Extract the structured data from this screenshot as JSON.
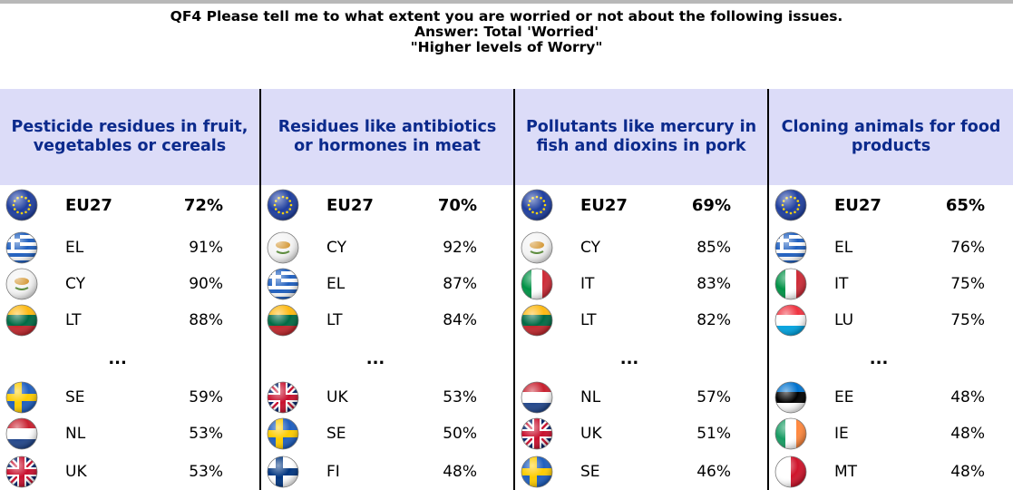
{
  "title": {
    "line1": "QF4 Please tell me to what extent you are worried or not about the following issues.",
    "line2": "Answer: Total 'Worried'",
    "line3": "\"Higher levels of Worry\""
  },
  "ellipsis": "...",
  "chart_data": {
    "type": "table",
    "columns": [
      {
        "header": "Pesticide residues in fruit, vegetables or cereals",
        "eu": {
          "code": "EU27",
          "value": "72%"
        },
        "top": [
          {
            "code": "EL",
            "value": "91%",
            "flag": "greece-flag-icon"
          },
          {
            "code": "CY",
            "value": "90%",
            "flag": "cyprus-flag-icon"
          },
          {
            "code": "LT",
            "value": "88%",
            "flag": "lithuania-flag-icon"
          }
        ],
        "bottom": [
          {
            "code": "SE",
            "value": "59%",
            "flag": "sweden-flag-icon"
          },
          {
            "code": "NL",
            "value": "53%",
            "flag": "netherlands-flag-icon"
          },
          {
            "code": "UK",
            "value": "53%",
            "flag": "uk-flag-icon"
          }
        ]
      },
      {
        "header": "Residues like antibiotics or hormones in meat",
        "eu": {
          "code": "EU27",
          "value": "70%"
        },
        "top": [
          {
            "code": "CY",
            "value": "92%",
            "flag": "cyprus-flag-icon"
          },
          {
            "code": "EL",
            "value": "87%",
            "flag": "greece-flag-icon"
          },
          {
            "code": "LT",
            "value": "84%",
            "flag": "lithuania-flag-icon"
          }
        ],
        "bottom": [
          {
            "code": "UK",
            "value": "53%",
            "flag": "uk-flag-icon"
          },
          {
            "code": "SE",
            "value": "50%",
            "flag": "sweden-flag-icon"
          },
          {
            "code": "FI",
            "value": "48%",
            "flag": "finland-flag-icon"
          }
        ]
      },
      {
        "header": "Pollutants like mercury in fish and dioxins in pork",
        "eu": {
          "code": "EU27",
          "value": "69%"
        },
        "top": [
          {
            "code": "CY",
            "value": "85%",
            "flag": "cyprus-flag-icon"
          },
          {
            "code": "IT",
            "value": "83%",
            "flag": "italy-flag-icon"
          },
          {
            "code": "LT",
            "value": "82%",
            "flag": "lithuania-flag-icon"
          }
        ],
        "bottom": [
          {
            "code": "NL",
            "value": "57%",
            "flag": "netherlands-flag-icon"
          },
          {
            "code": "UK",
            "value": "51%",
            "flag": "uk-flag-icon"
          },
          {
            "code": "SE",
            "value": "46%",
            "flag": "sweden-flag-icon"
          }
        ]
      },
      {
        "header": "Cloning animals for food products",
        "eu": {
          "code": "EU27",
          "value": "65%"
        },
        "top": [
          {
            "code": "EL",
            "value": "76%",
            "flag": "greece-flag-icon"
          },
          {
            "code": "IT",
            "value": "75%",
            "flag": "italy-flag-icon"
          },
          {
            "code": "LU",
            "value": "75%",
            "flag": "luxembourg-flag-icon"
          }
        ],
        "bottom": [
          {
            "code": "EE",
            "value": "48%",
            "flag": "estonia-flag-icon"
          },
          {
            "code": "IE",
            "value": "48%",
            "flag": "ireland-flag-icon"
          },
          {
            "code": "MT",
            "value": "48%",
            "flag": "malta-flag-icon"
          }
        ]
      }
    ]
  }
}
